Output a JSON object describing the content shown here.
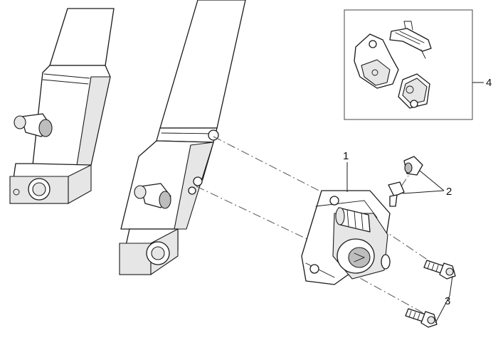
{
  "callouts": [
    {
      "id": "caliper",
      "label": "1"
    },
    {
      "id": "bleed-screws",
      "label": "2"
    },
    {
      "id": "mounting-bolts",
      "label": "3"
    },
    {
      "id": "brake-pads",
      "label": "4"
    }
  ],
  "colors": {
    "line": "#1a1a1a",
    "shade": "#e6e6e6",
    "dark": "#bdbdbd",
    "background": "#ffffff"
  }
}
